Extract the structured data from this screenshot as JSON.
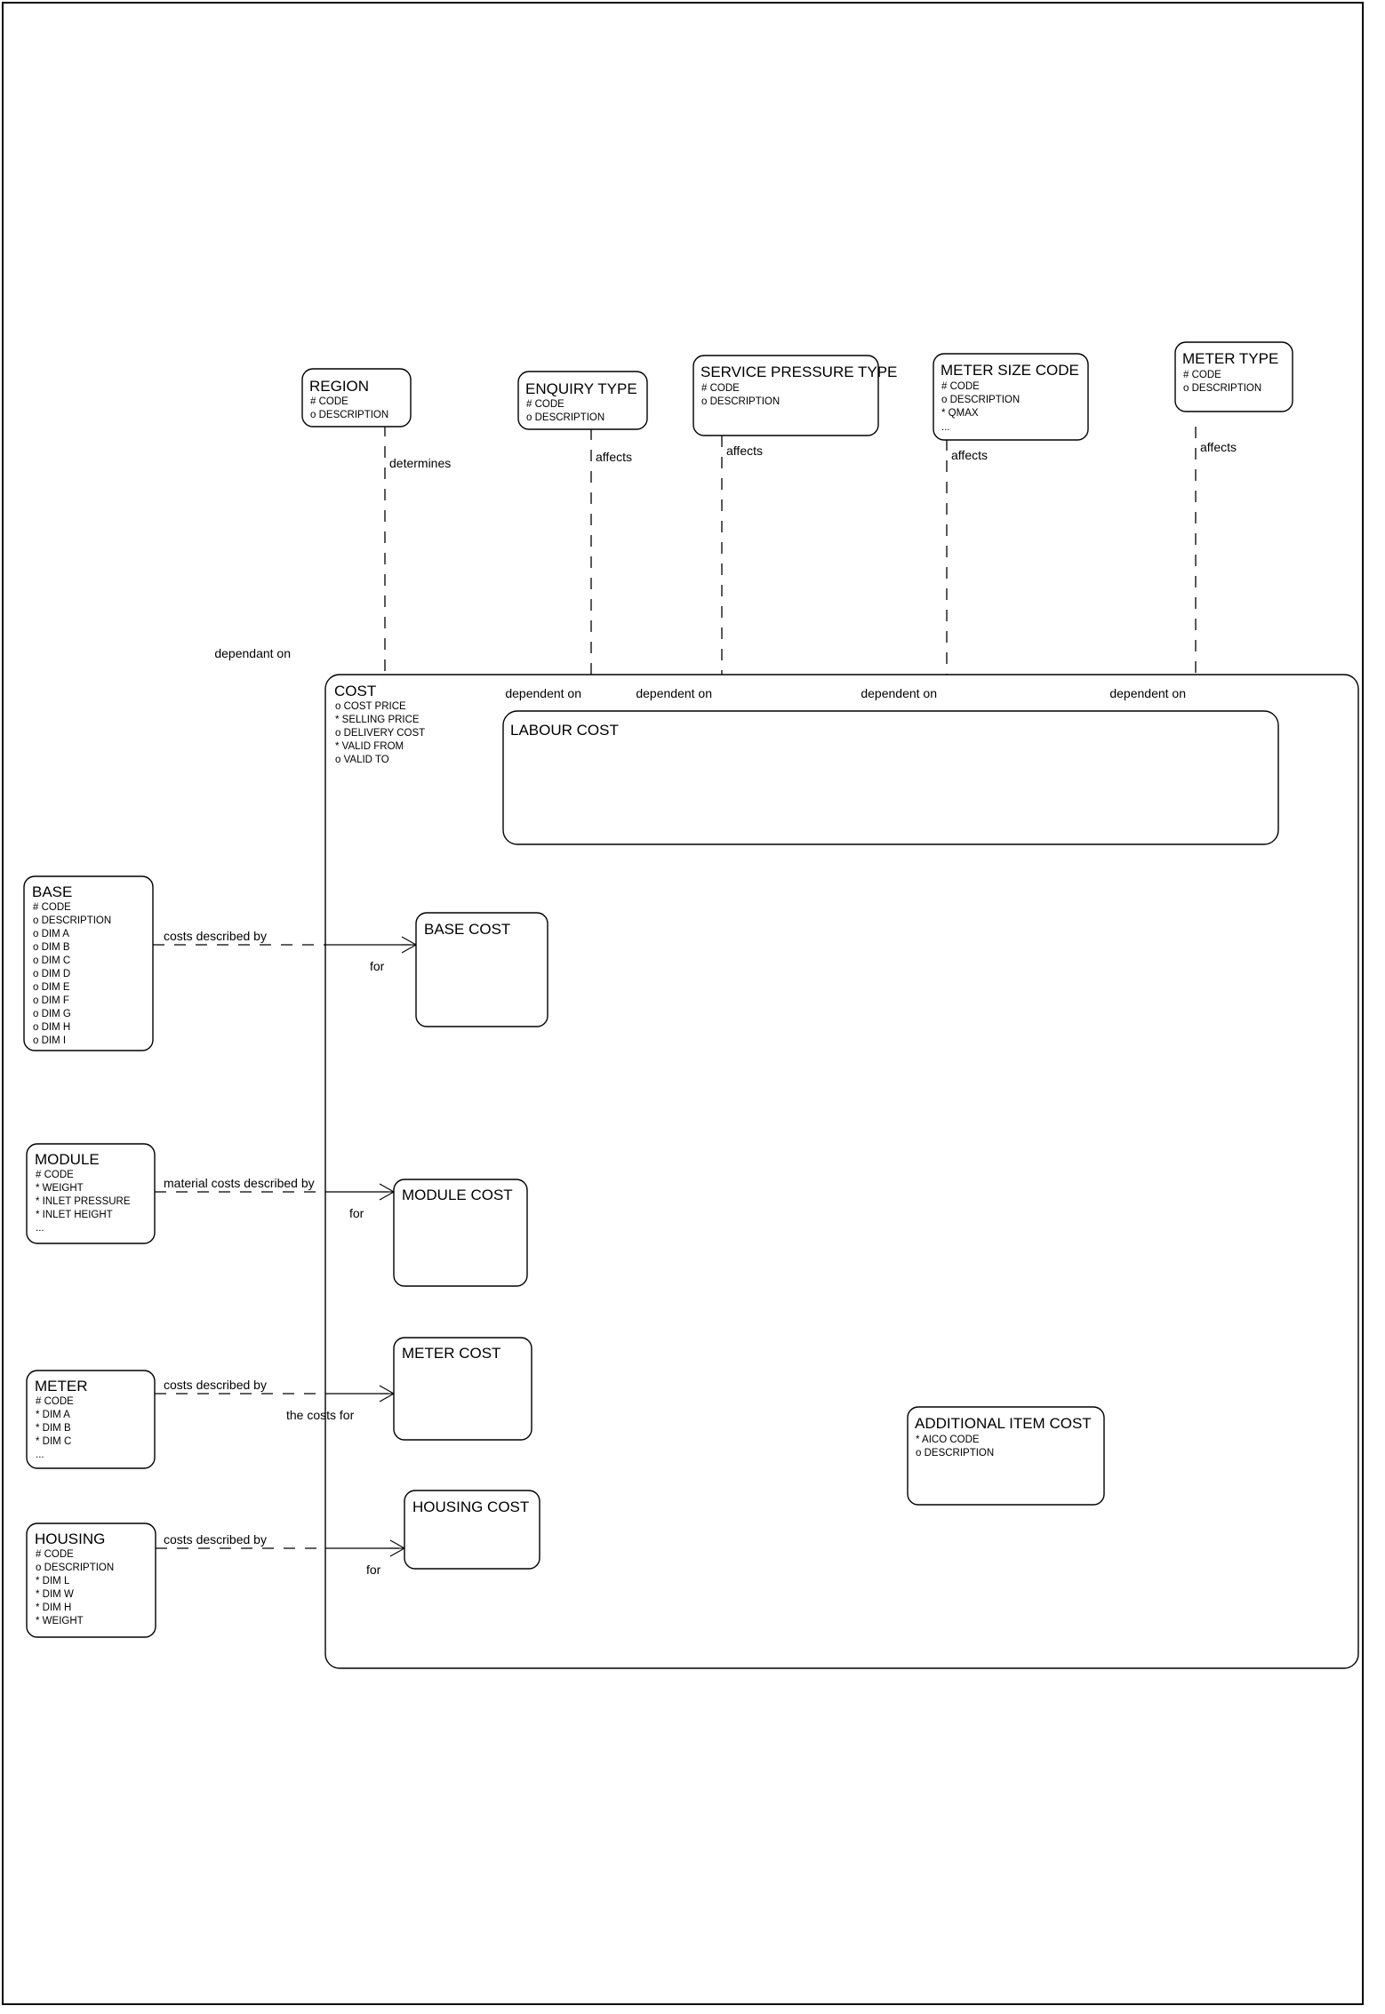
{
  "diagram": {
    "title": "Cost Entity Relationship Diagram",
    "type": "entity-relationship",
    "notation": "barker",
    "colors": {
      "line": "#000000",
      "background": "#ffffff",
      "text": "#000000"
    }
  },
  "entities": {
    "region": {
      "name": "REGION",
      "attributes": [
        "# CODE",
        "o DESCRIPTION"
      ]
    },
    "enquiry_type": {
      "name": "ENQUIRY TYPE",
      "attributes": [
        "# CODE",
        "o DESCRIPTION"
      ]
    },
    "service_pressure_type": {
      "name": "SERVICE PRESSURE TYPE",
      "attributes": [
        "# CODE",
        "o DESCRIPTION"
      ]
    },
    "meter_size_code": {
      "name": "METER SIZE CODE",
      "attributes": [
        "# CODE",
        "o DESCRIPTION",
        "* QMAX",
        "..."
      ]
    },
    "meter_type": {
      "name": "METER TYPE",
      "attributes": [
        "# CODE",
        "o DESCRIPTION"
      ]
    },
    "cost": {
      "name": "COST",
      "attributes": [
        "o  COST PRICE",
        "*  SELLING PRICE",
        "o  DELIVERY COST",
        "*  VALID FROM",
        "o  VALID TO"
      ]
    },
    "labour_cost": {
      "name": "LABOUR COST",
      "attributes": []
    },
    "base": {
      "name": "BASE",
      "attributes": [
        "# CODE",
        "o DESCRIPTION",
        "o DIM A",
        "o DIM B",
        "o DIM C",
        "o DIM D",
        "o DIM E",
        "o DIM F",
        "o DIM G",
        "o DIM H",
        "o DIM I"
      ]
    },
    "base_cost": {
      "name": "BASE COST",
      "attributes": []
    },
    "module": {
      "name": "MODULE",
      "attributes": [
        "# CODE",
        "* WEIGHT",
        "* INLET PRESSURE",
        "* INLET HEIGHT",
        "..."
      ]
    },
    "module_cost": {
      "name": "MODULE COST",
      "attributes": []
    },
    "meter": {
      "name": "METER",
      "attributes": [
        "# CODE",
        "* DIM A",
        "* DIM B",
        "* DIM C",
        "..."
      ]
    },
    "meter_cost": {
      "name": "METER COST",
      "attributes": []
    },
    "housing": {
      "name": "HOUSING",
      "attributes": [
        "# CODE",
        "o DESCRIPTION",
        "* DIM L",
        "* DIM W",
        "* DIM H",
        "* WEIGHT"
      ]
    },
    "housing_cost": {
      "name": "HOUSING COST",
      "attributes": []
    },
    "additional_item_cost": {
      "name": "ADDITIONAL ITEM COST",
      "attributes": [
        "* AICO CODE",
        "o DESCRIPTION"
      ]
    }
  },
  "relationships": {
    "region_determines": "determines",
    "cost_dependant_on": "dependant on",
    "enquiry_affects": "affects",
    "service_pressure_affects": "affects",
    "meter_size_affects": "affects",
    "meter_type_affects": "affects",
    "labour_dependent_on_1": "dependent on",
    "labour_dependent_on_2": "dependent on",
    "labour_dependent_on_3": "dependent on",
    "labour_dependent_on_4": "dependent on",
    "base_costs_described_by": "costs described by",
    "base_cost_for": "for",
    "module_material_costs_described_by": "material costs described by",
    "module_cost_for": "for",
    "meter_costs_described_by": "costs described by",
    "meter_cost_the_costs_for": "the costs for",
    "housing_costs_described_by": "costs described by",
    "housing_cost_for": "for"
  }
}
